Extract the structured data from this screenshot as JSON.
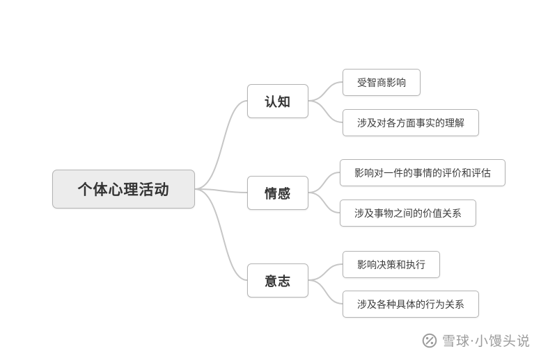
{
  "diagram": {
    "root": {
      "label": "个体心理活动"
    },
    "branches": [
      {
        "label": "认知",
        "children": [
          {
            "label": "受智商影响"
          },
          {
            "label": "涉及对各方面事实的理解"
          }
        ]
      },
      {
        "label": "情感",
        "children": [
          {
            "label": "影响对一件的事情的评价和评估"
          },
          {
            "label": "涉及事物之间的价值关系"
          }
        ]
      },
      {
        "label": "意志",
        "children": [
          {
            "label": "影响决策和执行"
          },
          {
            "label": "涉及各种具体的行为关系"
          }
        ]
      }
    ]
  },
  "watermark": {
    "text": "雪球·小馒头说"
  },
  "colors": {
    "connector": "#c6c6c6",
    "node_border": "#b3b3b3",
    "root_fill": "#ececec",
    "watermark": "#9b9b9b"
  }
}
